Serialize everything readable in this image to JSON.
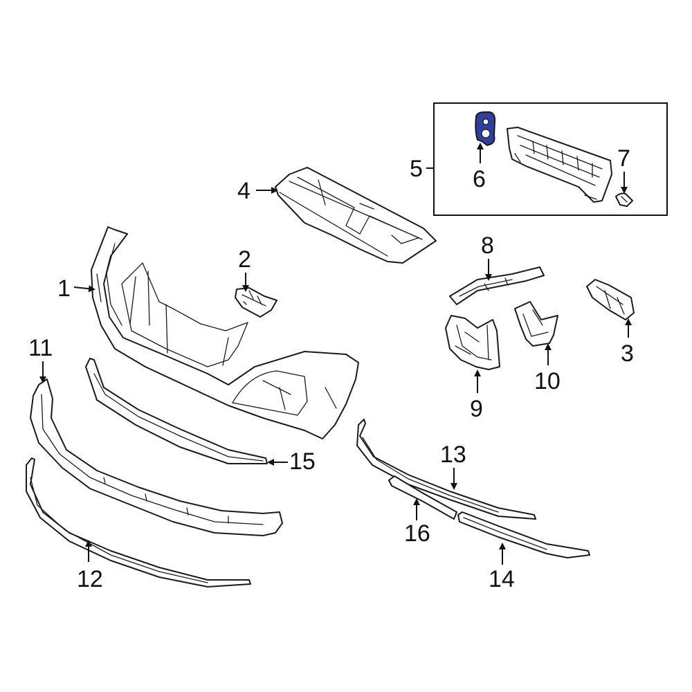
{
  "diagram": {
    "highlight_color": "#2f3f9e",
    "highlighted_part": "6",
    "callouts": {
      "c1": "1",
      "c2": "2",
      "c3": "3",
      "c4": "4",
      "c5": "5",
      "c6": "6",
      "c7": "7",
      "c8": "8",
      "c9": "9",
      "c10": "10",
      "c11": "11",
      "c12": "12",
      "c13": "13",
      "c14": "14",
      "c15": "15",
      "c16": "16"
    }
  }
}
